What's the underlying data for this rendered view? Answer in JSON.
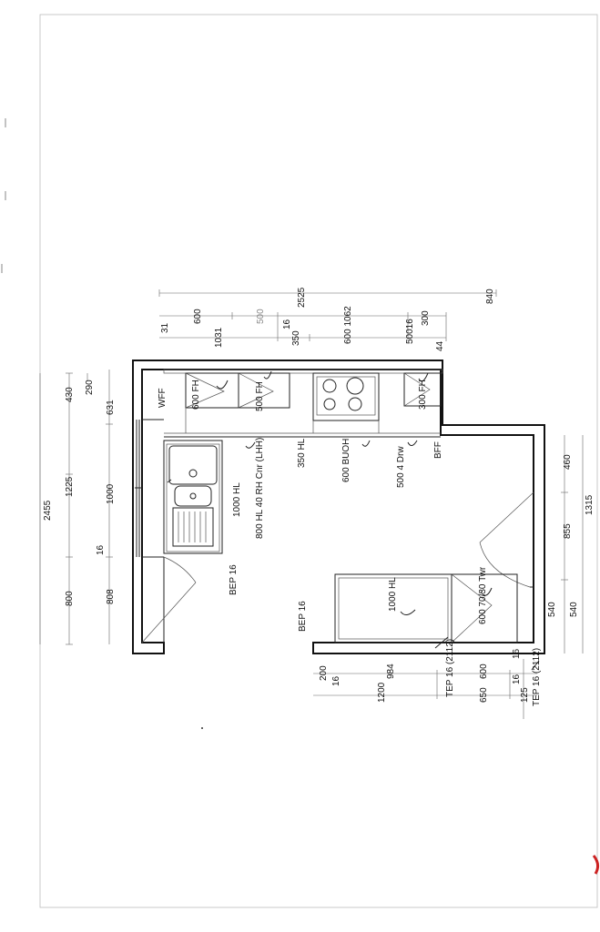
{
  "plan": {
    "units": {
      "wff": "WFF",
      "u600fh": "600 FH",
      "u500fh": "500 FH",
      "u300fh": "300 FH",
      "u350hl": "350 HL",
      "u600buoh": "600 BUOH",
      "u5004drw": "500 4 Drw",
      "bff": "BFF",
      "u1000hl_a": "1000 HL",
      "u800hl": "800 HL 40 RH Cnr (LHH)",
      "bep16_a": "BEP 16",
      "bep16_b": "BEP 16",
      "u1000hl_b": "1000 HL",
      "u600tower": "600 70/30 Twr",
      "tep16_a": "TEP 16 (2112)",
      "tep16_b": "TEP 16 (2112)"
    },
    "dims_top": {
      "d31": "31",
      "d600": "600",
      "d1031": "1031",
      "d500": "500",
      "d16a": "16",
      "d350": "350",
      "d2525": "2525",
      "d6001062": "600 1062",
      "d50016": "50016",
      "d300": "300",
      "d840": "840",
      "d44": "44"
    },
    "dims_left": {
      "d2455": "2455",
      "d430": "430",
      "d290": "290",
      "d631": "631",
      "d1225": "1225",
      "d1000": "1000",
      "d16b": "16",
      "d800": "800",
      "d808": "808"
    },
    "dims_bottom": {
      "d200": "200",
      "d16c": "16",
      "d984": "984",
      "d1200": "1200",
      "d600": "600",
      "d650": "650",
      "d16d": "16",
      "d125": "125",
      "d16e": "16"
    },
    "dims_right": {
      "d460": "460",
      "d855": "855",
      "d1315": "1315",
      "d540a": "540",
      "d540b": "540"
    }
  },
  "colors": {
    "ink": "#111111",
    "paper": "#ffffff",
    "accent": "#cc2222"
  }
}
